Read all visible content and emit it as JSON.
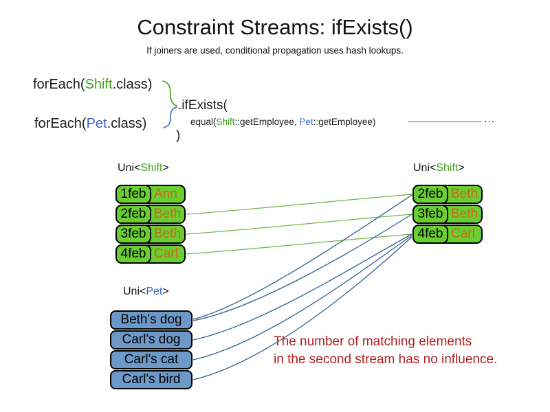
{
  "slide": {
    "title": "Constraint Streams: ifExists()",
    "subtitle": "If joiners are used, conditional propagation uses hash lookups."
  },
  "code": {
    "foreach_shift_prefix": "forEach(",
    "foreach_shift_class": "Shift",
    "foreach_shift_suffix": ".class)",
    "foreach_pet_prefix": "forEach(",
    "foreach_pet_class": "Pet",
    "foreach_pet_suffix": ".class)",
    "if_exists_label": ".ifExists(",
    "equal_prefix": "equal(",
    "equal_shift_class": "Shift",
    "equal_mid": "::getEmployee, ",
    "equal_pet_class": "Pet",
    "equal_suffix": "::getEmployee)",
    "ellipsis": "...",
    "close_paren": ")"
  },
  "left_shift_table": {
    "label_prefix": "Uni<",
    "label_type": "Shift",
    "label_suffix": ">",
    "rows": [
      {
        "date": "1feb",
        "name": "Ann"
      },
      {
        "date": "2feb",
        "name": "Beth"
      },
      {
        "date": "3feb",
        "name": "Beth"
      },
      {
        "date": "4feb",
        "name": "Carl"
      }
    ]
  },
  "right_shift_table": {
    "label_prefix": "Uni<",
    "label_type": "Shift",
    "label_suffix": ">",
    "rows": [
      {
        "date": "2feb",
        "name": "Beth"
      },
      {
        "date": "3feb",
        "name": "Beth"
      },
      {
        "date": "4feb",
        "name": "Carl"
      }
    ]
  },
  "pet_list": {
    "label_prefix": "Uni<",
    "label_type": "Pet",
    "label_suffix": ">",
    "items": [
      {
        "name": "Beth's dog"
      },
      {
        "name": "Carl's dog"
      },
      {
        "name": "Carl's cat"
      },
      {
        "name": "Carl's bird"
      }
    ]
  },
  "annotation": {
    "line1": "The number of matching elements",
    "line2": "in the second stream has no influence."
  },
  "colors": {
    "shift_box_green": "#69ce31",
    "shift_type_green": "#3da01a",
    "pet_box_blue": "#6d99c8",
    "pet_type_blue": "#3465cc",
    "employee_orange": "#cc6611",
    "green_link": "#76b347",
    "blue_link": "#2f5f91",
    "purple_link": "#9673a6",
    "annotation_red": "#b02020"
  }
}
